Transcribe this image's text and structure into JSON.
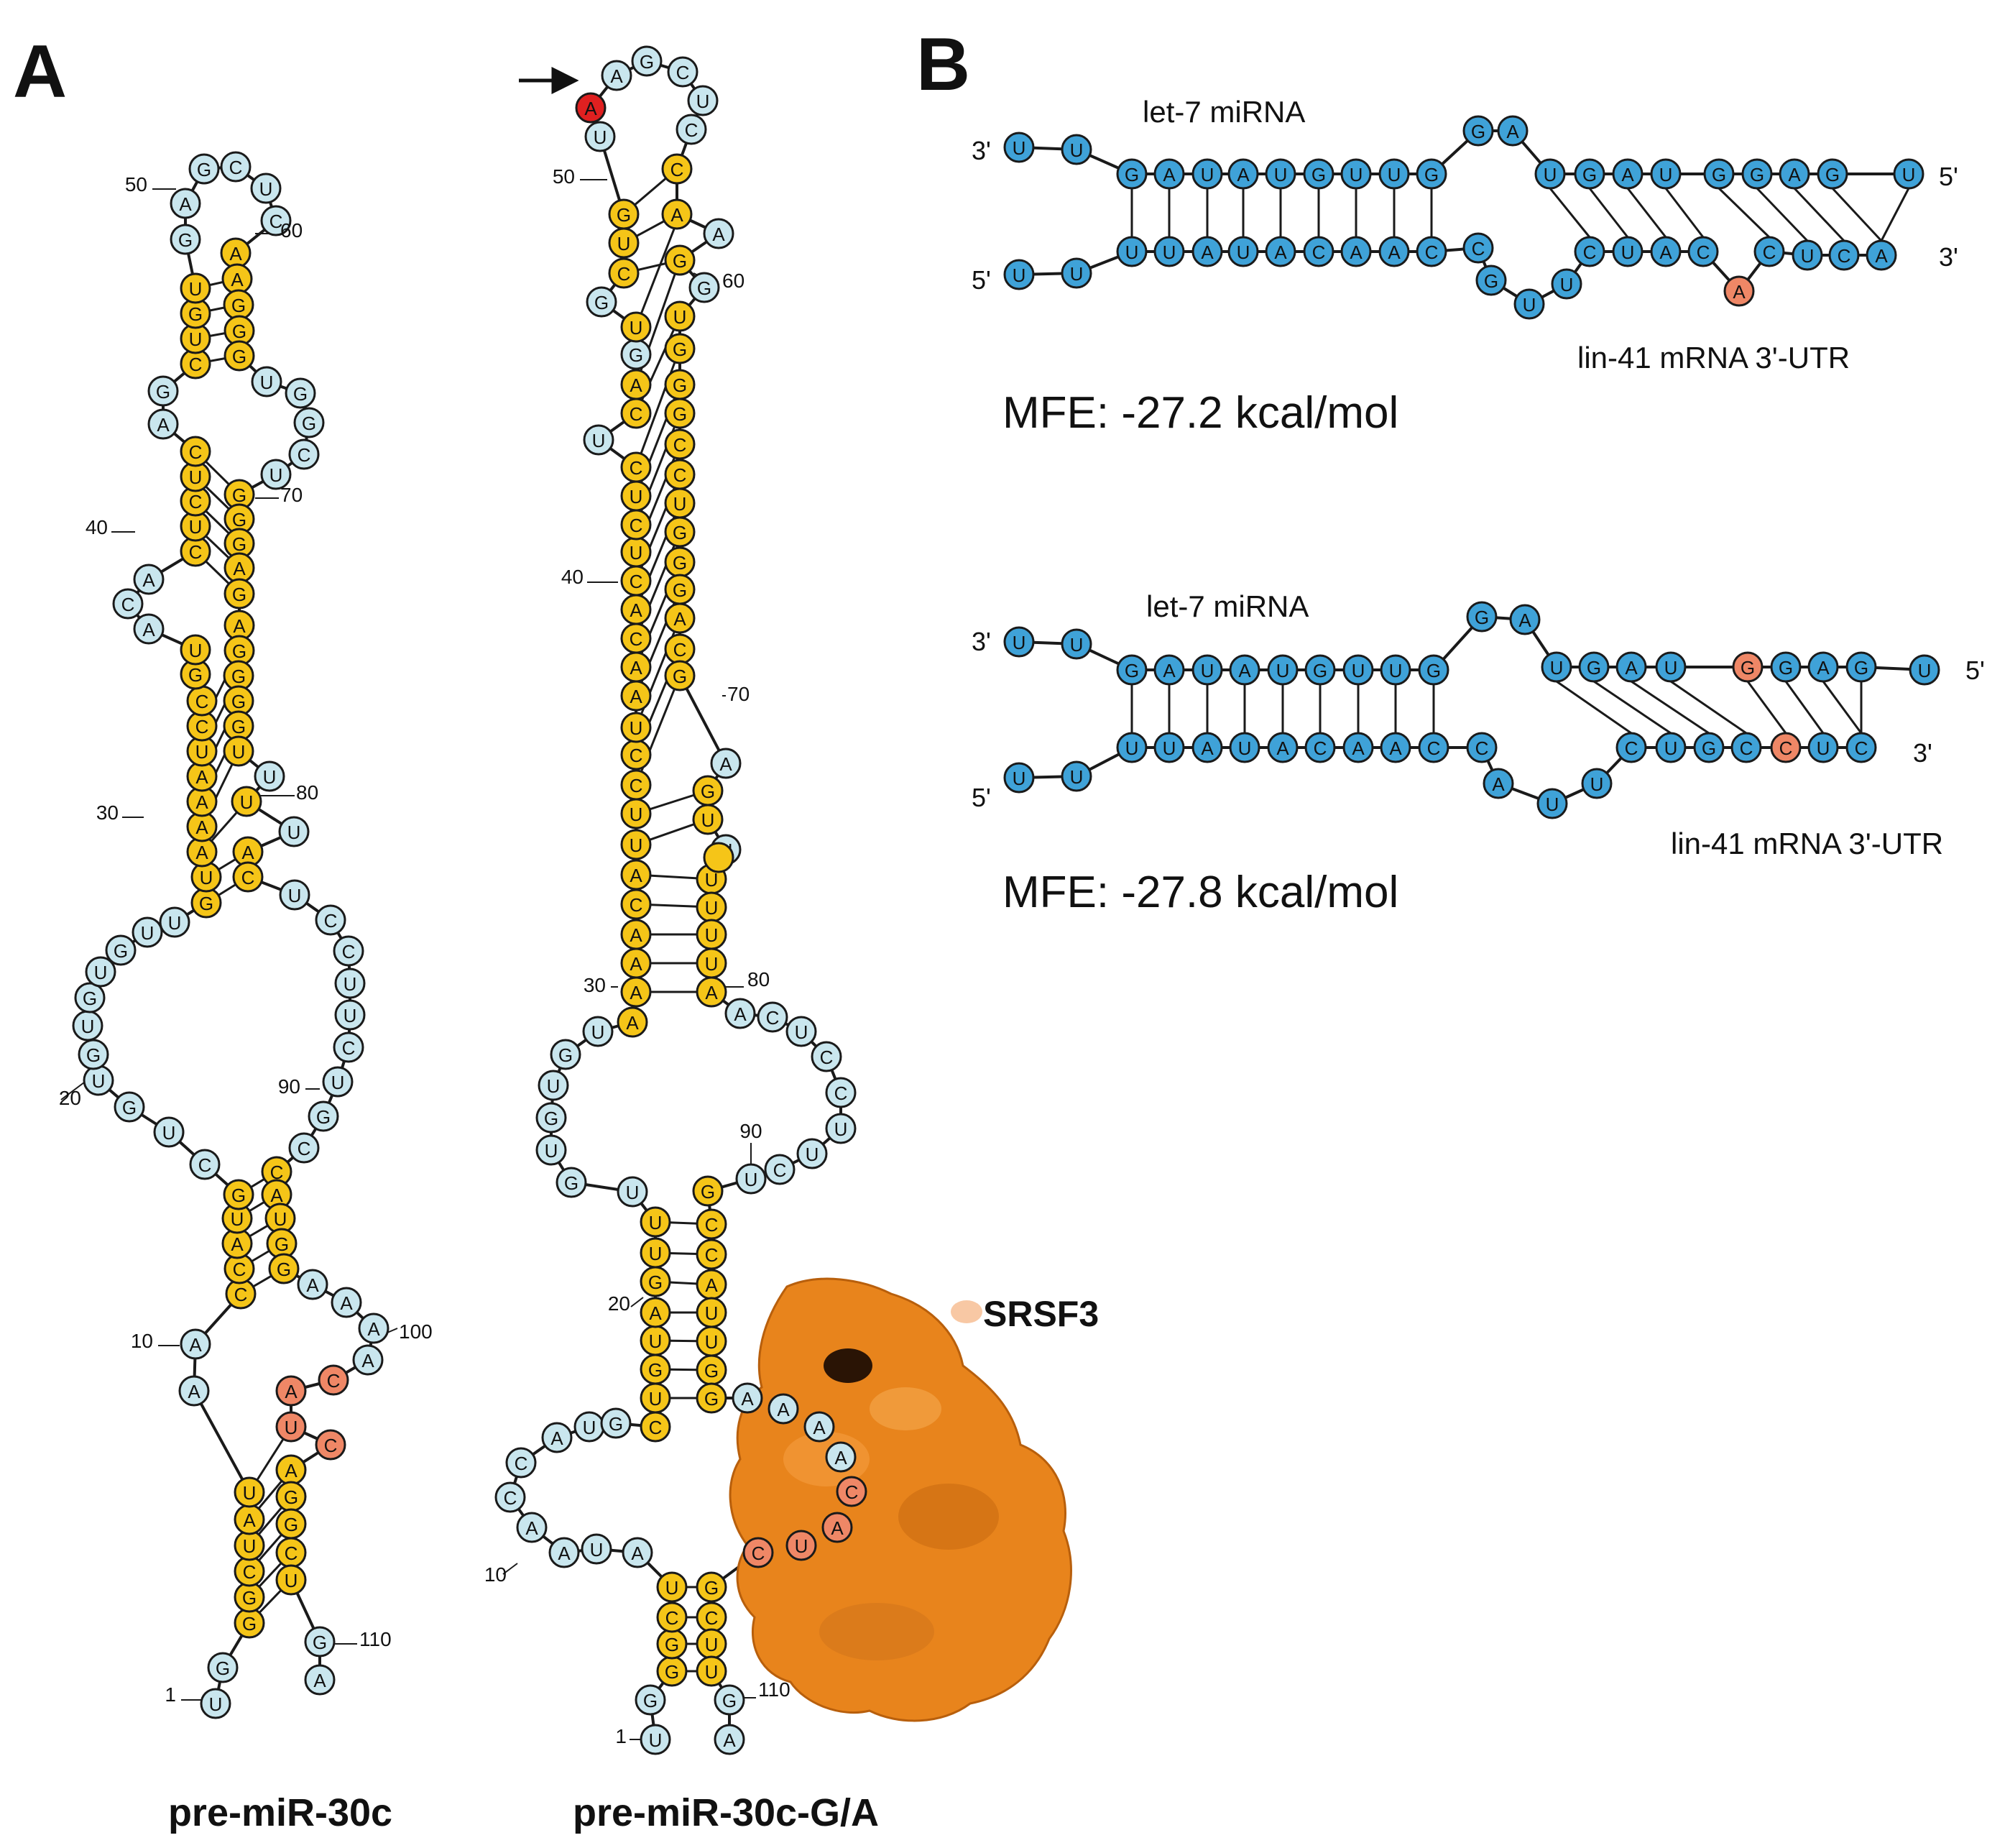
{
  "colors": {
    "paired": "#f5c518",
    "unpaired": "#c9e6ee",
    "highlight": "#ef8766",
    "mutant": "#e02020",
    "duplex": "#3fa2d8",
    "protein": "#e8841c"
  },
  "panel_a": {
    "letter": "A",
    "left": {
      "caption": "pre-miR-30c",
      "numbers": [
        "1",
        "10",
        "20",
        "30",
        "40",
        "50",
        "60",
        "70",
        "80",
        "90",
        "100",
        "110"
      ]
    },
    "right": {
      "caption": "pre-miR-30c-G/A",
      "numbers": [
        "1",
        "10",
        "20",
        "30",
        "40",
        "50",
        "60",
        "70",
        "80",
        "90",
        "110"
      ],
      "protein_label": "SRSF3"
    }
  },
  "panel_b": {
    "letter": "B",
    "duplex1": {
      "mirna_label": "let-7 miRNA",
      "utr_label": "lin-41 mRNA 3'-UTR",
      "mfe": "MFE: -27.2 kcal/mol",
      "top_left_end": "3'",
      "top_right_end": "5'",
      "bottom_left_end": "5'",
      "bottom_right_end": "3'",
      "top": [
        "U",
        "U",
        "G",
        "A",
        "U",
        "A",
        "U",
        "G",
        "U",
        "U",
        "G",
        "G",
        "A",
        "U",
        "G",
        "A",
        "U",
        "G",
        "G",
        "A",
        "G",
        "U"
      ],
      "bottom": [
        "U",
        "U",
        "U",
        "U",
        "A",
        "U",
        "A",
        "C",
        "A",
        "A",
        "C",
        "C",
        "G",
        "U",
        "U",
        "C",
        "U",
        "A",
        "C",
        "A",
        "C",
        "U",
        "C",
        "A"
      ]
    },
    "duplex2": {
      "mirna_label": "let-7 miRNA",
      "utr_label": "lin-41 mRNA 3'-UTR",
      "mfe": "MFE: -27.8 kcal/mol",
      "top_left_end": "3'",
      "top_right_end": "5'",
      "bottom_left_end": "5'",
      "bottom_right_end": "3'",
      "top": [
        "U",
        "U",
        "G",
        "A",
        "U",
        "A",
        "U",
        "G",
        "U",
        "U",
        "G",
        "G",
        "A",
        "U",
        "G",
        "A",
        "U",
        "G",
        "G",
        "A",
        "G",
        "U"
      ],
      "bottom": [
        "U",
        "U",
        "U",
        "U",
        "A",
        "U",
        "A",
        "C",
        "A",
        "A",
        "C",
        "C",
        "A",
        "U",
        "U",
        "C",
        "U",
        "G",
        "C",
        "C",
        "U",
        "C"
      ]
    }
  }
}
